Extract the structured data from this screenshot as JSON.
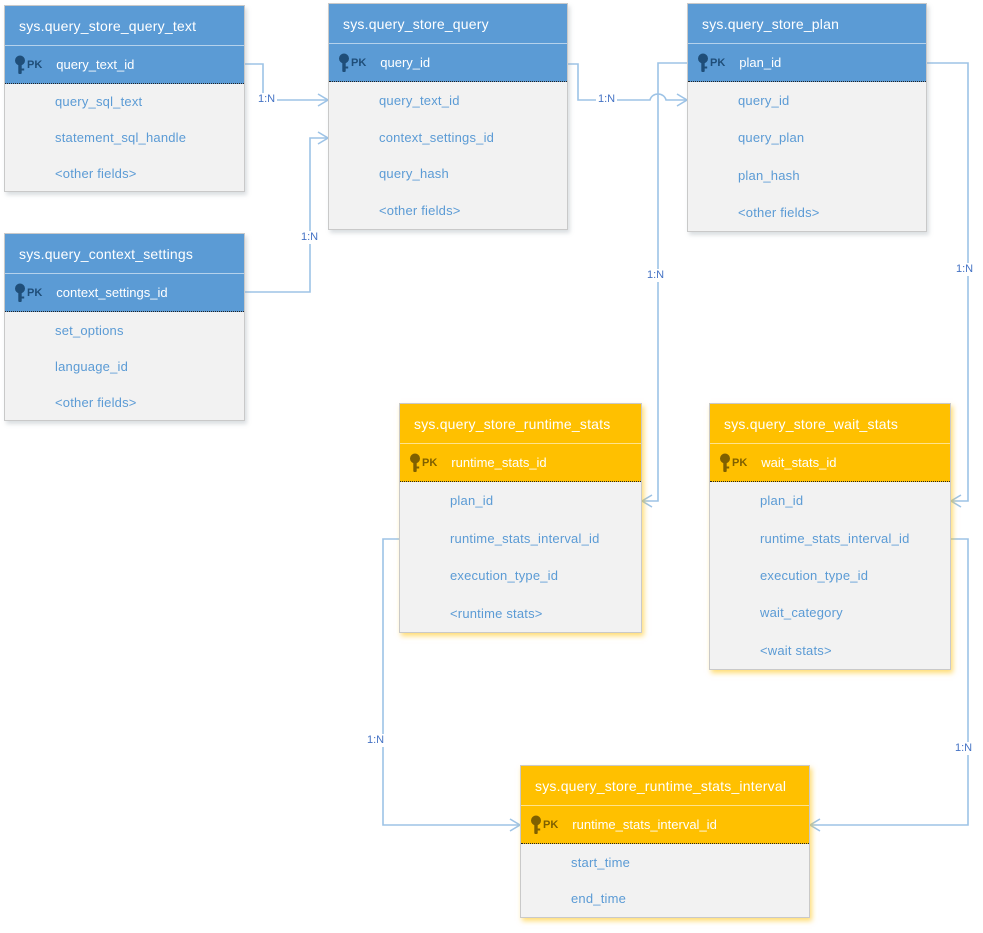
{
  "tables": [
    {
      "title": "sys.query_store_query_text",
      "theme": "blue",
      "pk_badge": "PK",
      "pk_field": "query_text_id",
      "fields": [
        "query_sql_text",
        "statement_sql_handle",
        "<other fields>"
      ]
    },
    {
      "title": "sys.query_store_query",
      "theme": "blue",
      "pk_badge": "PK",
      "pk_field": "query_id",
      "fields": [
        "query_text_id",
        "context_settings_id",
        "query_hash",
        "<other fields>"
      ]
    },
    {
      "title": "sys.query_store_plan",
      "theme": "blue",
      "pk_badge": "PK",
      "pk_field": "plan_id",
      "fields": [
        "query_id",
        "query_plan",
        "plan_hash",
        "<other fields>"
      ]
    },
    {
      "title": "sys.query_context_settings",
      "theme": "blue",
      "pk_badge": "PK",
      "pk_field": "context_settings_id",
      "fields": [
        "set_options",
        "language_id",
        "<other fields>"
      ]
    },
    {
      "title": "sys.query_store_runtime_stats",
      "theme": "orange",
      "pk_badge": "PK",
      "pk_field": "runtime_stats_id",
      "fields": [
        "plan_id",
        "runtime_stats_interval_id",
        "execution_type_id",
        "<runtime stats>"
      ]
    },
    {
      "title": "sys.query_store_wait_stats",
      "theme": "orange",
      "pk_badge": "PK",
      "pk_field": "wait_stats_id",
      "fields": [
        "plan_id",
        "runtime_stats_interval_id",
        "execution_type_id",
        "wait_category",
        "<wait stats>"
      ]
    },
    {
      "title": "sys.query_store_runtime_stats_interval",
      "theme": "orange",
      "pk_badge": "PK",
      "pk_field": "runtime_stats_interval_id",
      "fields": [
        "start_time",
        "end_time"
      ]
    }
  ],
  "relationships": [
    {
      "label": "1:N",
      "from": "sys.query_store_query_text.query_text_id",
      "to": "sys.query_store_query.query_text_id"
    },
    {
      "label": "1:N",
      "from": "sys.query_context_settings.context_settings_id",
      "to": "sys.query_store_query.context_settings_id"
    },
    {
      "label": "1:N",
      "from": "sys.query_store_query.query_id",
      "to": "sys.query_store_plan.query_id"
    },
    {
      "label": "1:N",
      "from": "sys.query_store_plan.plan_id",
      "to": "sys.query_store_runtime_stats.plan_id"
    },
    {
      "label": "1:N",
      "from": "sys.query_store_plan.plan_id",
      "to": "sys.query_store_wait_stats.plan_id"
    },
    {
      "label": "1:N",
      "from": "sys.query_store_runtime_stats.runtime_stats_interval_id",
      "to": "sys.query_store_runtime_stats_interval.runtime_stats_interval_id"
    },
    {
      "label": "1:N",
      "from": "sys.query_store_wait_stats.runtime_stats_interval_id",
      "to": "sys.query_store_runtime_stats_interval.runtime_stats_interval_id"
    }
  ],
  "colors": {
    "blue_header": "#5b9bd5",
    "orange_header": "#ffc000",
    "body_background": "#f2f2f2",
    "field_text": "#5b9bd5",
    "connector": "#9dc3e6",
    "relationship_label": "#4472c4",
    "pk_icon_blue": "#1f4e79",
    "pk_icon_orange": "#7f6000"
  }
}
